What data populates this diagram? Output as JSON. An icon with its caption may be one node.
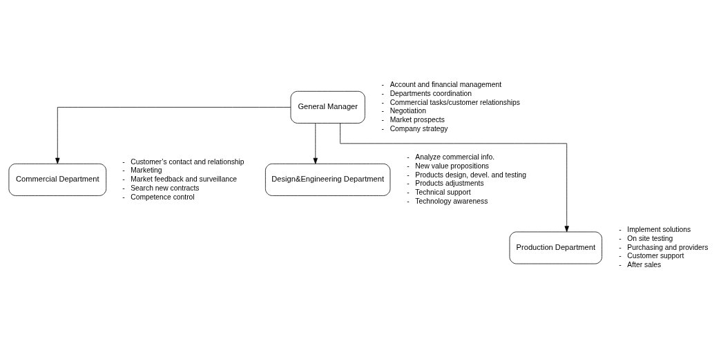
{
  "diagram": {
    "nodes": [
      {
        "text": [
          "General Manager"
        ],
        "beside": [
          "-   Account and financial management",
          "-   Departments coordination",
          "-   Commercial tasks/customer relationships",
          "-   Negotiation",
          "-   Market prospects",
          "-   Company strategy"
        ]
      },
      {
        "text": [
          "Commercial Department"
        ],
        "beside": [
          "-   Customer’s contact and relationship",
          "-   Marketing",
          "-   Market feedback and surveillance",
          "-   Search new contracts",
          "-   Competence control"
        ]
      },
      {
        "text": [
          "Design&Engineering Department"
        ],
        "beside": [
          "-   Analyze commercial info.",
          "-   New value propositions",
          "-   Products design, devel. and testing",
          "-   Products adjustments",
          "-   Technical support",
          "-   Technology awareness"
        ]
      },
      {
        "text": [
          "Production Department"
        ],
        "beside": [
          "-   Implement solutions",
          "-   On site testing",
          "-   Purchasing and providers",
          "-   Customer support",
          "-   After sales"
        ]
      }
    ],
    "edges": [
      {
        "from": 0,
        "to": 1,
        "arrow": "to"
      },
      {
        "from": 0,
        "to": 2,
        "arrow": "to"
      },
      {
        "from": 0,
        "to": 3,
        "arrow": "to"
      }
    ]
  }
}
